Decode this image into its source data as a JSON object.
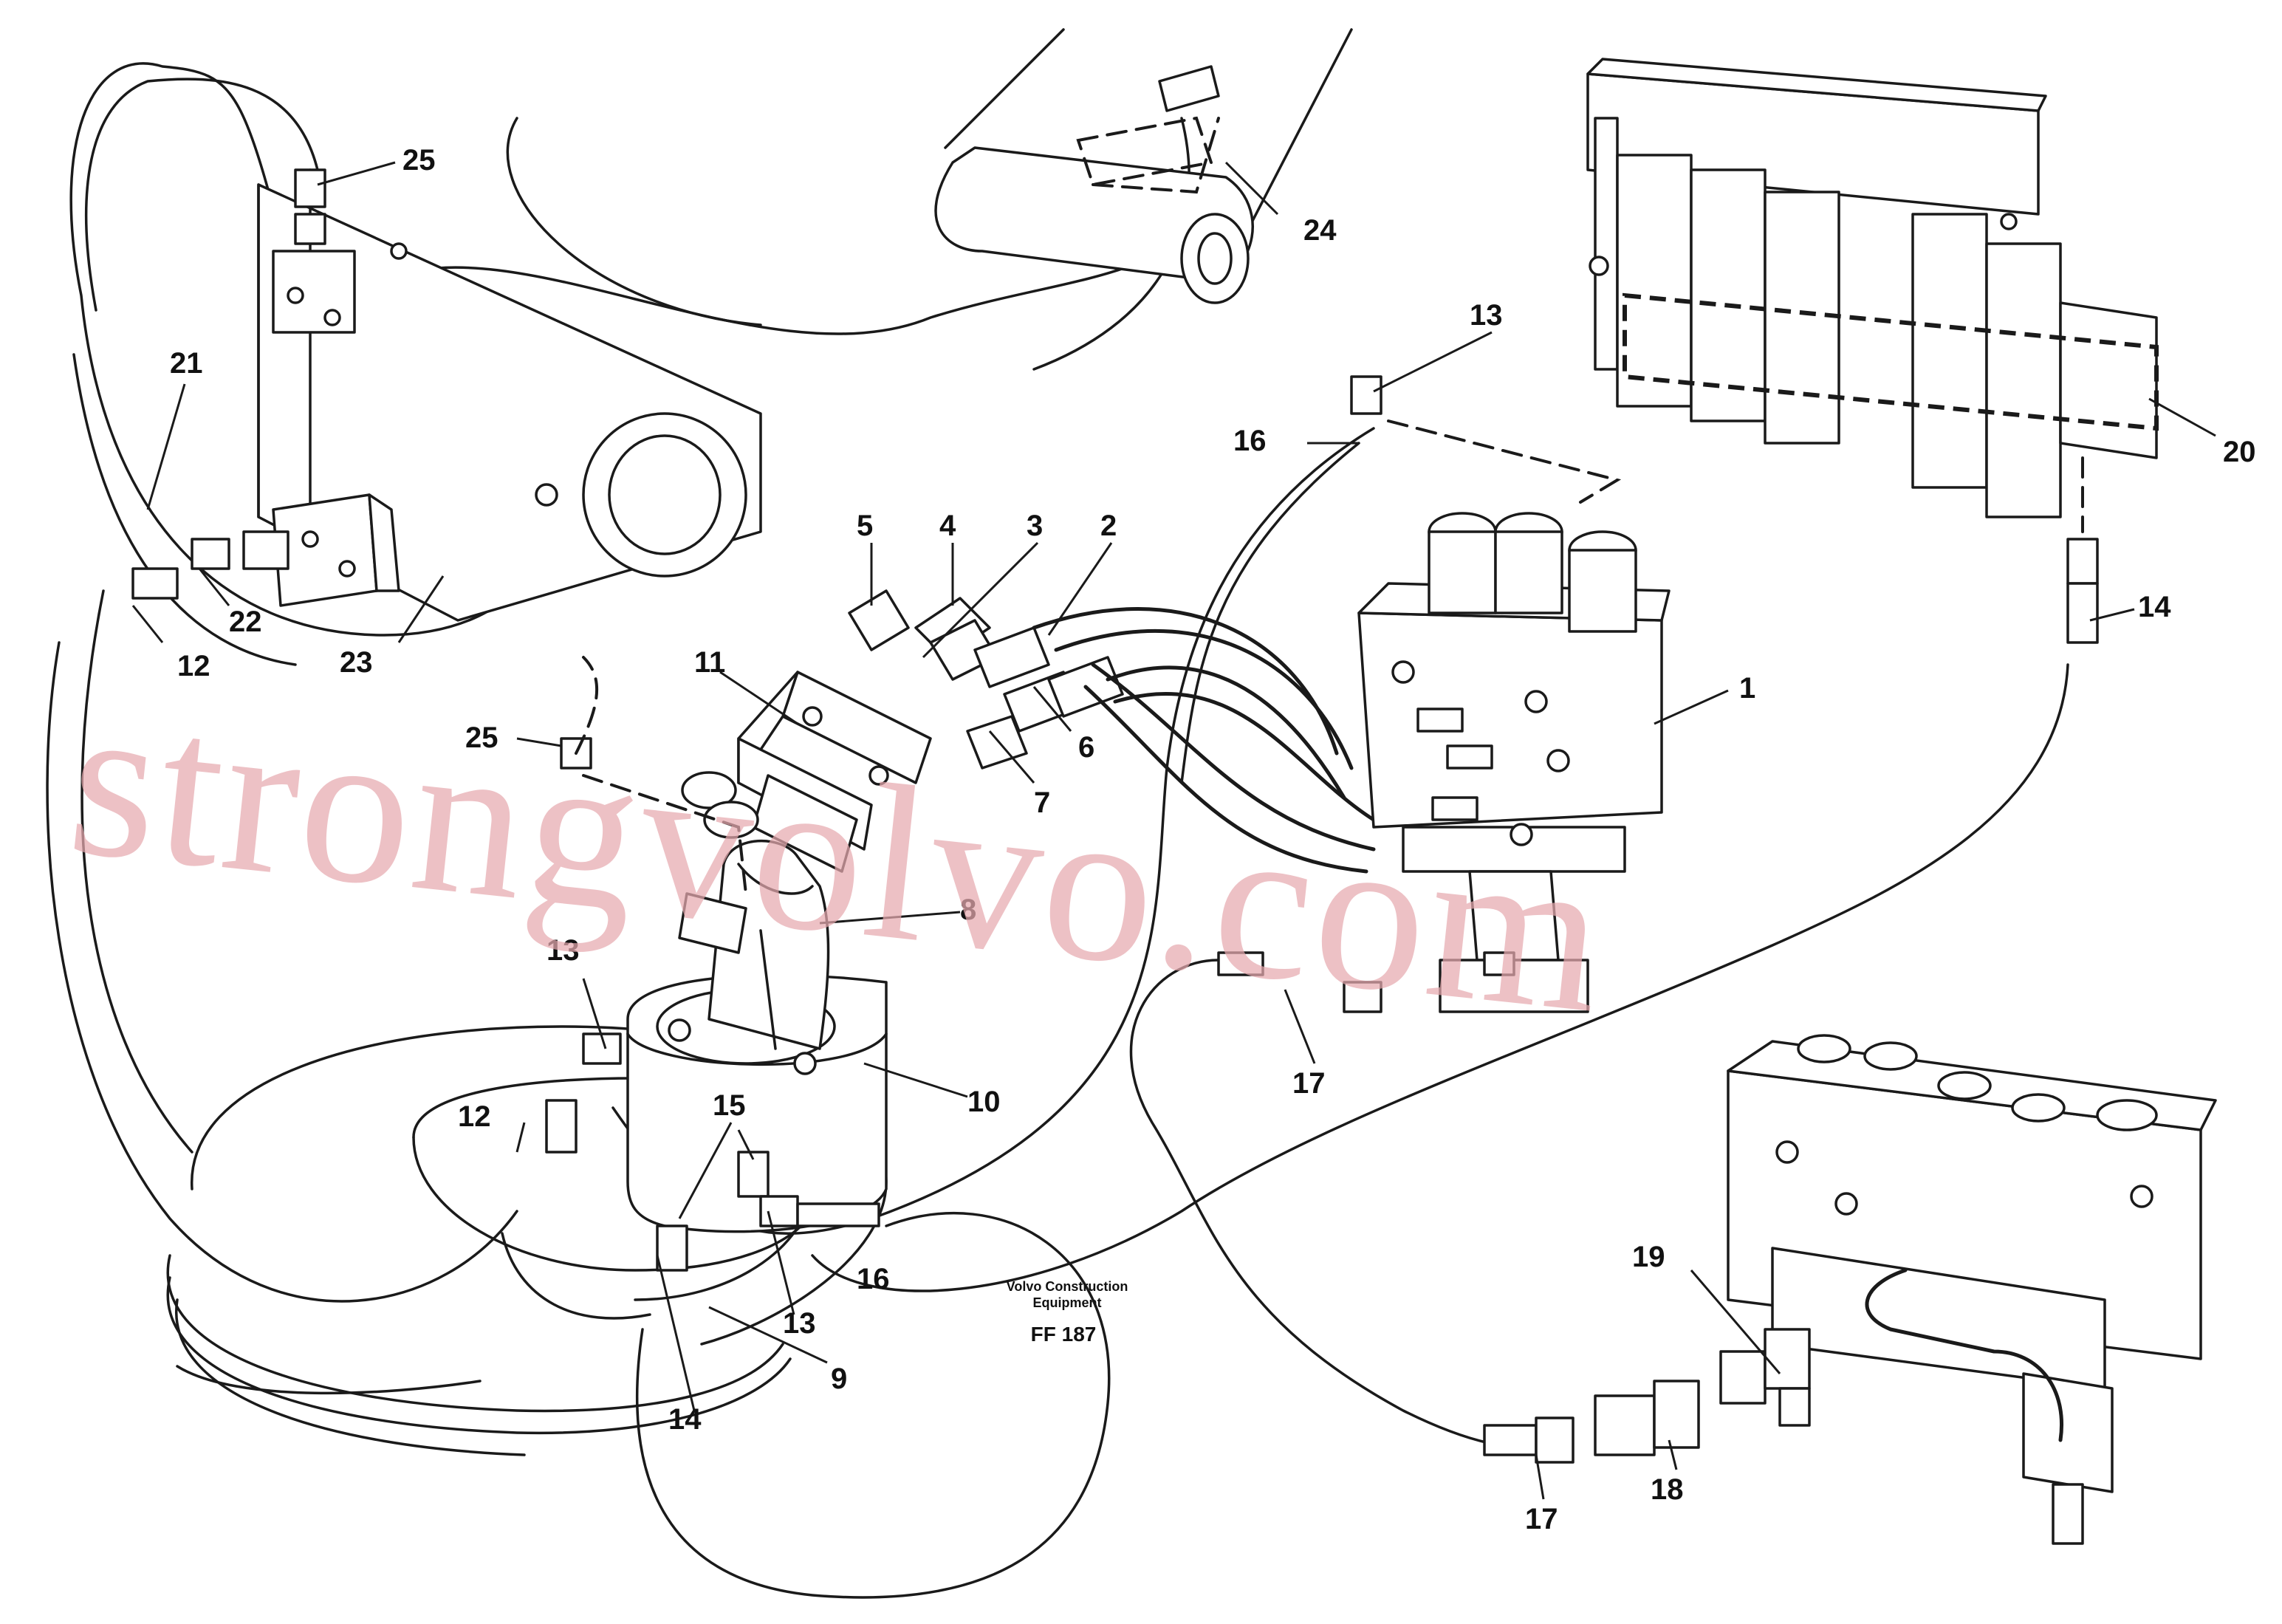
{
  "callouts": [
    {
      "id": "c1",
      "label": "1"
    },
    {
      "id": "c2",
      "label": "2"
    },
    {
      "id": "c3",
      "label": "3"
    },
    {
      "id": "c4",
      "label": "4"
    },
    {
      "id": "c5",
      "label": "5"
    },
    {
      "id": "c6",
      "label": "6"
    },
    {
      "id": "c7",
      "label": "7"
    },
    {
      "id": "c8",
      "label": "8"
    },
    {
      "id": "c9",
      "label": "9"
    },
    {
      "id": "c10",
      "label": "10"
    },
    {
      "id": "c11",
      "label": "11"
    },
    {
      "id": "c12a",
      "label": "12"
    },
    {
      "id": "c12b",
      "label": "12"
    },
    {
      "id": "c13a",
      "label": "13"
    },
    {
      "id": "c13b",
      "label": "13"
    },
    {
      "id": "c13c",
      "label": "13"
    },
    {
      "id": "c14a",
      "label": "14"
    },
    {
      "id": "c14b",
      "label": "14"
    },
    {
      "id": "c15",
      "label": "15"
    },
    {
      "id": "c16a",
      "label": "16"
    },
    {
      "id": "c16b",
      "label": "16"
    },
    {
      "id": "c17a",
      "label": "17"
    },
    {
      "id": "c17b",
      "label": "17"
    },
    {
      "id": "c18",
      "label": "18"
    },
    {
      "id": "c19",
      "label": "19"
    },
    {
      "id": "c20",
      "label": "20"
    },
    {
      "id": "c21",
      "label": "21"
    },
    {
      "id": "c22",
      "label": "22"
    },
    {
      "id": "c23",
      "label": "23"
    },
    {
      "id": "c24",
      "label": "24"
    },
    {
      "id": "c25a",
      "label": "25"
    },
    {
      "id": "c25b",
      "label": "25"
    }
  ],
  "caption": {
    "line1": "Volvo Construction",
    "line2": "Equipment",
    "code": "FF 187"
  },
  "watermark": "strongvolvo.com"
}
